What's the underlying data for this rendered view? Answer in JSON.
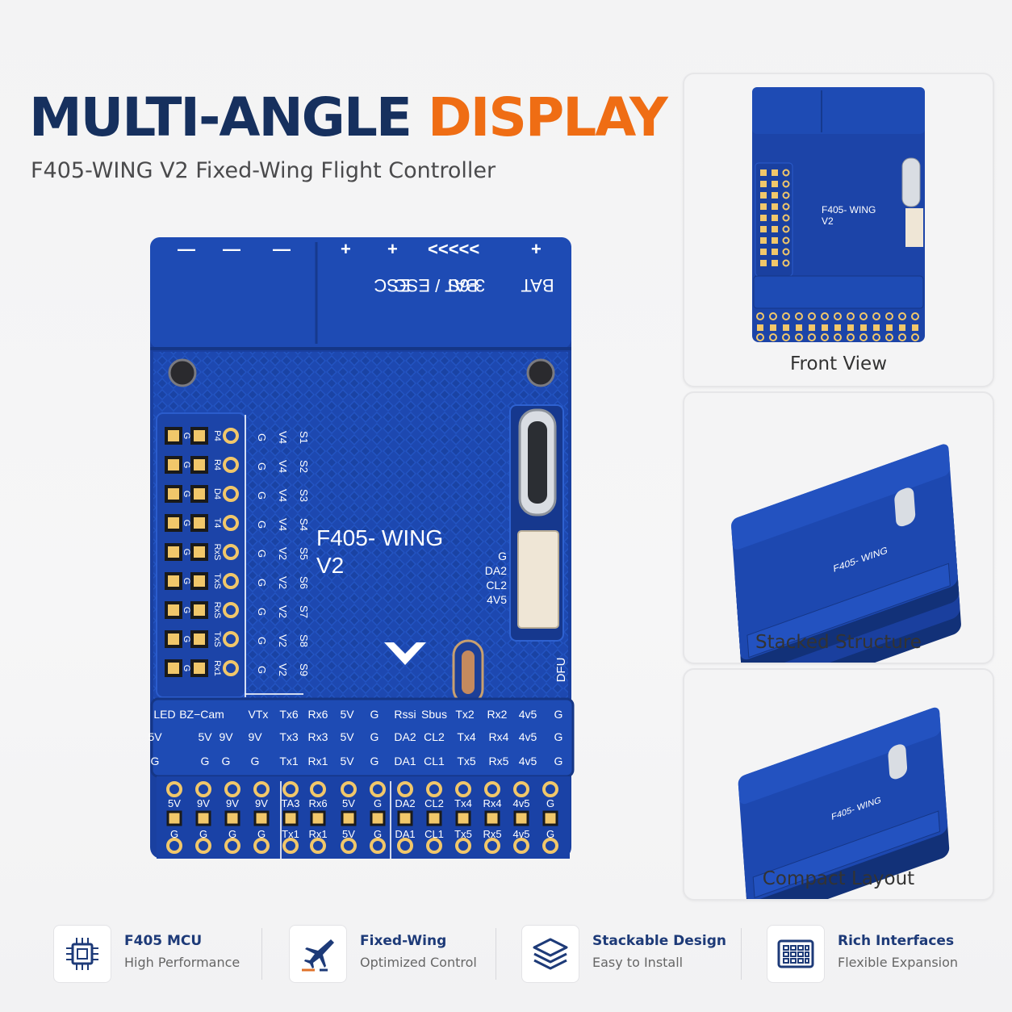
{
  "header": {
    "title_part1": "MULTI-ANGLE",
    "title_part2": "DISPLAY",
    "subtitle": "F405-WING V2 Fixed-Wing Flight Controller"
  },
  "colors": {
    "title_dark": "#16305e",
    "title_accent": "#ef6d14",
    "board_blue": "#1c44a8",
    "feature_title": "#1d3a78"
  },
  "board": {
    "name_line1": "F405- WING",
    "name_line2": "V2",
    "top_labels": [
      "BAT / ESC",
      "ESC",
      "3-6S",
      "BAT"
    ],
    "top_marks": [
      "—",
      "—",
      "—",
      "+",
      "+",
      "<<<<<",
      "+"
    ],
    "servo_rows": [
      [
        "G",
        "V4",
        "S1"
      ],
      [
        "G",
        "V4",
        "S2"
      ],
      [
        "G",
        "V4",
        "S3"
      ],
      [
        "G",
        "V4",
        "S4"
      ],
      [
        "G",
        "V2",
        "S5"
      ],
      [
        "G",
        "V2",
        "S6"
      ],
      [
        "G",
        "V2",
        "S7"
      ],
      [
        "G",
        "V2",
        "S8"
      ],
      [
        "G",
        "V2",
        "S9"
      ]
    ],
    "left_rows": [
      [
        "G",
        "P4"
      ],
      [
        "G",
        "R4"
      ],
      [
        "G",
        "D4"
      ],
      [
        "G",
        "T4"
      ],
      [
        "G",
        "RxS"
      ],
      [
        "G",
        "TxS"
      ],
      [
        "G",
        "RxS"
      ],
      [
        "G",
        "TxS"
      ],
      [
        "G",
        "Rx1"
      ]
    ],
    "i2c_labels": [
      "G",
      "DA2",
      "CL2",
      "4V5"
    ],
    "dfu_label": "DFU",
    "bottom_rows": [
      [
        "LED",
        "BZ−Cam",
        "VTx",
        "Tx6",
        "Rx6",
        "5V",
        "G",
        "Rssi",
        "Sbus",
        "Tx2",
        "Rx2",
        "4v5",
        "G"
      ],
      [
        "5V",
        "5V",
        "9V",
        "9V",
        "Tx3",
        "Rx3",
        "5V",
        "G",
        "DA2",
        "CL2",
        "Tx4",
        "Rx4",
        "4v5",
        "G"
      ],
      [
        "G",
        "G",
        "G",
        "G",
        "Tx1",
        "Rx1",
        "5V",
        "G",
        "DA1",
        "CL1",
        "Tx5",
        "Rx5",
        "4v5",
        "G"
      ]
    ],
    "header_rows": [
      [
        "5V",
        "9V",
        "9V",
        "9V",
        "TA3",
        "Rx6",
        "5V",
        "G",
        "DA2",
        "CL2",
        "Tx4",
        "Rx4",
        "4v5",
        "G"
      ],
      [
        "G",
        "G",
        "G",
        "G",
        "Tx1",
        "Rx1",
        "5V",
        "G",
        "DA1",
        "CL1",
        "Tx5",
        "Rx5",
        "4v5",
        "G"
      ]
    ]
  },
  "views": [
    {
      "label": "Front View"
    },
    {
      "label": "Stacked Structure"
    },
    {
      "label": "Compact Layout"
    }
  ],
  "features": [
    {
      "title": "F405 MCU",
      "subtitle": "High Performance",
      "icon": "chip-icon"
    },
    {
      "title": "Fixed-Wing",
      "subtitle": "Optimized Control",
      "icon": "plane-icon"
    },
    {
      "title": "Stackable Design",
      "subtitle": "Easy to Install",
      "icon": "layers-icon"
    },
    {
      "title": "Rich Interfaces",
      "subtitle": "Flexible Expansion",
      "icon": "ports-icon"
    }
  ]
}
